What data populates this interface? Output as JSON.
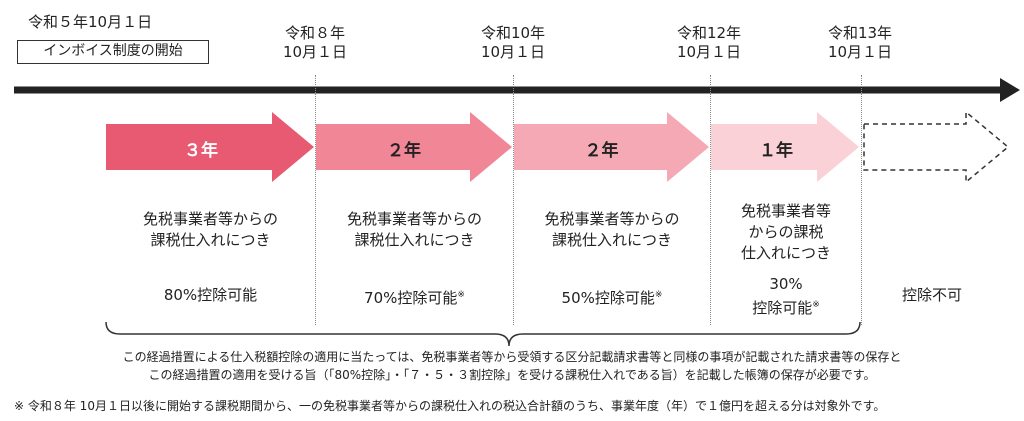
{
  "start": {
    "date": "令和５年10月１日",
    "label": "インボイス制度の開始"
  },
  "milestones": [
    {
      "line1": "令和８年",
      "line2": "10月１日"
    },
    {
      "line1": "令和10年",
      "line2": "10月１日"
    },
    {
      "line1": "令和12年",
      "line2": "10月１日"
    },
    {
      "line1": "令和13年",
      "line2": "10月１日"
    }
  ],
  "periods": [
    {
      "duration": "３年",
      "desc_lines": [
        "免税事業者等からの",
        "課税仕入れにつき"
      ],
      "rate": "80%控除可能",
      "mark": "",
      "color": "#e85a72"
    },
    {
      "duration": "２年",
      "desc_lines": [
        "免税事業者等からの",
        "課税仕入れにつき"
      ],
      "rate": "70%控除可能",
      "mark": "※",
      "color": "#f08696"
    },
    {
      "duration": "２年",
      "desc_lines": [
        "免税事業者等からの",
        "課税仕入れにつき"
      ],
      "rate": "50%控除可能",
      "mark": "※",
      "color": "#f4a9b4"
    },
    {
      "duration": "１年",
      "desc_lines": [
        "免税事業者等",
        "からの課税",
        "仕入れにつき"
      ],
      "rate_lines": [
        "30%",
        "控除可能"
      ],
      "mark": "※",
      "color": "#f9d1d7"
    }
  ],
  "after": {
    "rate": "控除不可"
  },
  "note_lines": [
    "この経過措置による仕入税額控除の適用に当たっては、免税事業者等から受領する区分記載請求書等と同様の事項が記載された請求書等の保存と",
    "この経過措置の適用を受ける旨（「80%控除」・「７・５・３割控除」を受ける課税仕入れである旨）を記載した帳簿の保存が必要です。"
  ],
  "footnote": "※ 令和８年 10月１日以後に開始する課税期間から、一の免税事業者等からの課税仕入れの税込合計額のうち、事業年度（年）で１億円を超える分は対象外です。"
}
